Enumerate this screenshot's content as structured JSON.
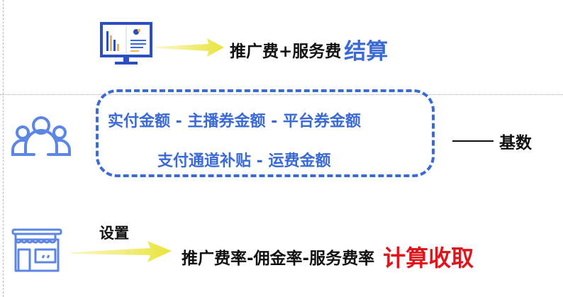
{
  "colors": {
    "accent_blue": "#3a6ad6",
    "accent_red": "#e0141b",
    "arrow_yellow": "#e9e43a",
    "text": "#111111"
  },
  "rows": [
    {
      "icon": "monitor-chart-icon",
      "label": "推广费+服务费",
      "highlight": "结算"
    },
    {
      "icon": "users-group-icon",
      "formula_line1": "实付金额 - 主播券金额 - 平台券金额",
      "formula_line2": "支付通道补贴 - 运费金额",
      "annotation_dash": "——",
      "annotation": "基数"
    },
    {
      "icon": "storefront-icon",
      "arrow_label": "设置",
      "label": "推广费率-佣金率-服务费率",
      "highlight": "计算收取"
    }
  ]
}
